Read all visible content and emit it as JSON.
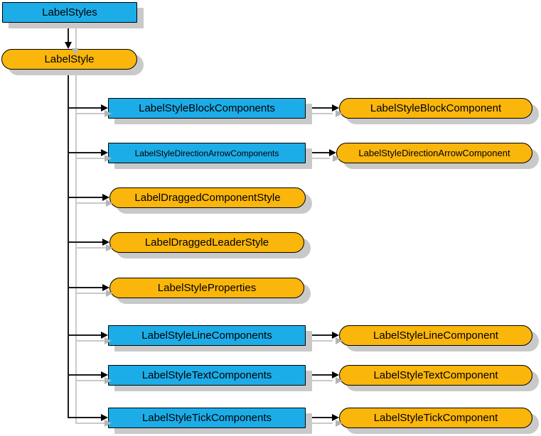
{
  "diagram": {
    "root": {
      "label": "LabelStyles",
      "shape": "rectangle"
    },
    "child": {
      "label": "LabelStyle",
      "shape": "rounded"
    },
    "rows": [
      {
        "left": {
          "label": "LabelStyleBlockComponents",
          "shape": "rectangle"
        },
        "right": {
          "label": "LabelStyleBlockComponent",
          "shape": "rounded"
        }
      },
      {
        "left": {
          "label": "LabelStyleDirectionArrowComponents",
          "shape": "rectangle"
        },
        "right": {
          "label": "LabelStyleDirectionArrowComponent",
          "shape": "rounded"
        }
      },
      {
        "left": {
          "label": "LabelDraggedComponentStyle",
          "shape": "rounded"
        }
      },
      {
        "left": {
          "label": "LabelDraggedLeaderStyle",
          "shape": "rounded"
        }
      },
      {
        "left": {
          "label": "LabelStyleProperties",
          "shape": "rounded"
        }
      },
      {
        "left": {
          "label": "LabelStyleLineComponents",
          "shape": "rectangle"
        },
        "right": {
          "label": "LabelStyleLineComponent",
          "shape": "rounded"
        }
      },
      {
        "left": {
          "label": "LabelStyleTextComponents",
          "shape": "rectangle"
        },
        "right": {
          "label": "LabelStyleTextComponent",
          "shape": "rounded"
        }
      },
      {
        "left": {
          "label": "LabelStyleTickComponents",
          "shape": "rectangle"
        },
        "right": {
          "label": "LabelStyleTickComponent",
          "shape": "rounded"
        }
      }
    ],
    "colors": {
      "rectangle_fill": "#1CADE8",
      "rounded_fill": "#FAB60A",
      "border": "#000000",
      "box_shadow": "#C9C9C9",
      "connector": "#1A1A1A",
      "connector_shadow": "#C9C9C9",
      "background": "#FFFFFF"
    }
  }
}
